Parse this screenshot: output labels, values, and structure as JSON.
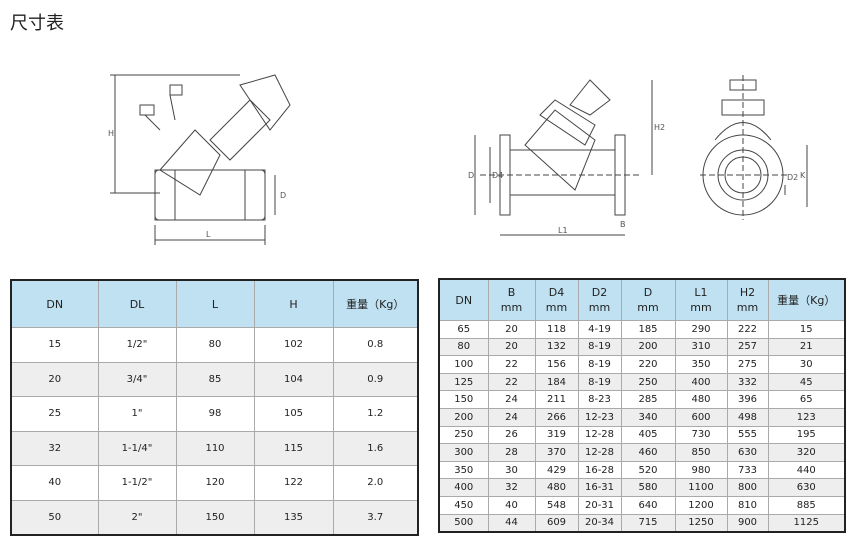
{
  "title": "尺寸表",
  "drawing_labels": {
    "left": {
      "h": "H",
      "l": "L",
      "d": "D"
    },
    "right": {
      "d": "D",
      "d4": "D4",
      "h2": "H2",
      "l1": "L1",
      "b": "B",
      "d2": "D2",
      "k": "K"
    }
  },
  "table_threaded": {
    "headers": [
      "DN",
      "DL",
      "L",
      "H",
      "重量（Kg）"
    ],
    "rows": [
      [
        "15",
        "1/2\"",
        "80",
        "102",
        "0.8"
      ],
      [
        "20",
        "3/4\"",
        "85",
        "104",
        "0.9"
      ],
      [
        "25",
        "1\"",
        "98",
        "105",
        "1.2"
      ],
      [
        "32",
        "1-1/4\"",
        "110",
        "115",
        "1.6"
      ],
      [
        "40",
        "1-1/2\"",
        "120",
        "122",
        "2.0"
      ],
      [
        "50",
        "2\"",
        "150",
        "135",
        "3.7"
      ]
    ]
  },
  "table_flanged": {
    "headers": [
      [
        "DN",
        ""
      ],
      [
        "B",
        "mm"
      ],
      [
        "D4",
        "mm"
      ],
      [
        "D2",
        "mm"
      ],
      [
        "D",
        "mm"
      ],
      [
        "L1",
        "mm"
      ],
      [
        "H2",
        "mm"
      ],
      [
        "重量（Kg）",
        ""
      ]
    ],
    "rows": [
      [
        "65",
        "20",
        "118",
        "4-19",
        "185",
        "290",
        "222",
        "15"
      ],
      [
        "80",
        "20",
        "132",
        "8-19",
        "200",
        "310",
        "257",
        "21"
      ],
      [
        "100",
        "22",
        "156",
        "8-19",
        "220",
        "350",
        "275",
        "30"
      ],
      [
        "125",
        "22",
        "184",
        "8-19",
        "250",
        "400",
        "332",
        "45"
      ],
      [
        "150",
        "24",
        "211",
        "8-23",
        "285",
        "480",
        "396",
        "65"
      ],
      [
        "200",
        "24",
        "266",
        "12-23",
        "340",
        "600",
        "498",
        "123"
      ],
      [
        "250",
        "26",
        "319",
        "12-28",
        "405",
        "730",
        "555",
        "195"
      ],
      [
        "300",
        "28",
        "370",
        "12-28",
        "460",
        "850",
        "630",
        "320"
      ],
      [
        "350",
        "30",
        "429",
        "16-28",
        "520",
        "980",
        "733",
        "440"
      ],
      [
        "400",
        "32",
        "480",
        "16-31",
        "580",
        "1100",
        "800",
        "630"
      ],
      [
        "450",
        "40",
        "548",
        "20-31",
        "640",
        "1200",
        "810",
        "885"
      ],
      [
        "500",
        "44",
        "609",
        "20-34",
        "715",
        "1250",
        "900",
        "1125"
      ]
    ]
  }
}
